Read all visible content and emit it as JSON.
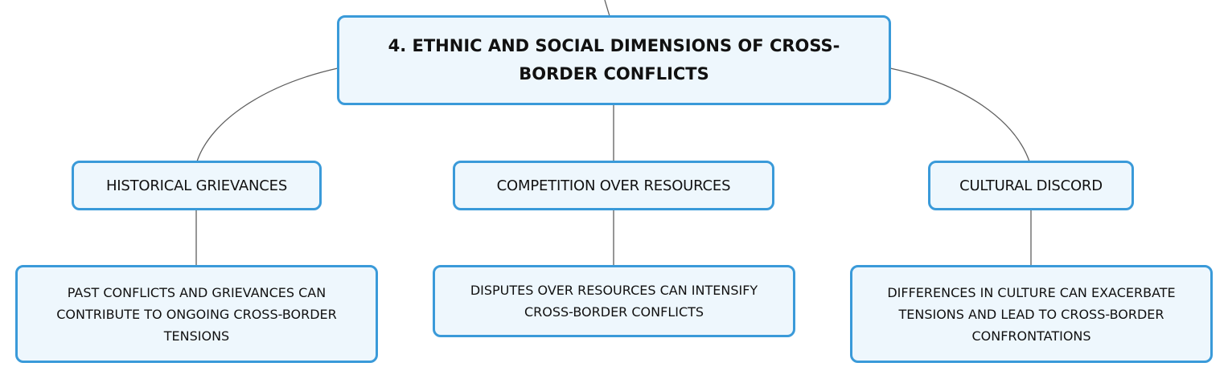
{
  "root": {
    "title": "4. ETHNIC AND SOCIAL DIMENSIONS OF CROSS-BORDER CONFLICTS"
  },
  "topics": [
    {
      "label": "HISTORICAL GRIEVANCES",
      "detail": "PAST CONFLICTS AND GRIEVANCES CAN CONTRIBUTE TO ONGOING CROSS-BORDER TENSIONS"
    },
    {
      "label": "COMPETITION OVER RESOURCES",
      "detail": "DISPUTES OVER RESOURCES CAN INTENSIFY CROSS-BORDER CONFLICTS"
    },
    {
      "label": "CULTURAL DISCORD",
      "detail": "DIFFERENCES IN CULTURE CAN EXACERBATE TENSIONS AND LEAD TO CROSS-BORDER CONFRONTATIONS"
    }
  ],
  "colors": {
    "node_border": "#3a9ad9",
    "node_fill": "#eef7fd",
    "connector": "#5f5f5f",
    "text": "#111111"
  }
}
